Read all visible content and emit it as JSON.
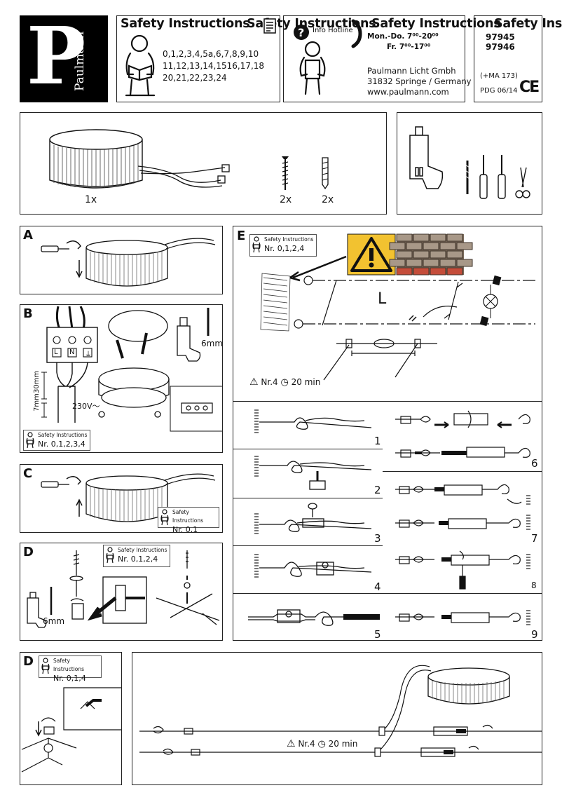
{
  "brand": {
    "logo_letter": "P",
    "logo_word": "Paulmann"
  },
  "header": {
    "titles": [
      "Safety Instructions",
      "Safety Instructions",
      "Safety Instructions",
      "Safety Instructions",
      "Safety Ins"
    ],
    "safety_numbers": [
      "0,1,2,3,4,5a,6,7,8,9,10",
      "11,12,13,14,1516,17,18",
      "20,21,22,23,24"
    ],
    "hotline_label": "Info Hotline",
    "hotline_days": "Mon.-Do. 7⁰⁰-20⁰⁰",
    "hotline_fri": "Fr.  7⁰⁰-17⁰⁰",
    "company": [
      "Paulmann Licht Gmbh",
      "31832 Springe / Germany",
      "www.paulmann.com"
    ],
    "article_numbers": [
      "97945",
      "97946"
    ],
    "ma_note": "(+MA 173)",
    "pdg": "PDG 06/14",
    "ce": "CE"
  },
  "parts": {
    "lamp_qty": "1x",
    "screw_qty": "2x",
    "dowel_qty": "2x"
  },
  "sections": {
    "A": {
      "letter": "A"
    },
    "B": {
      "letter": "B",
      "drill_size": "6mm",
      "dim_30": "30mm",
      "dim_7": "7mm",
      "voltage": "230V～",
      "terminals": [
        "L",
        "N",
        "⏚"
      ],
      "si_label": "Safety Instructions",
      "si_nr": "Nr. 0,1,2,3,4"
    },
    "C": {
      "letter": "C",
      "si_label": "Safety Instructions",
      "si_nr": "Nr. 0,1"
    },
    "D": {
      "letter": "D",
      "drill_size": "6mm",
      "si_label": "Safety Instructions",
      "si_nr": "Nr. 0,1,2,4"
    },
    "E": {
      "letter": "E",
      "si_label": "Safety Instructions",
      "si_nr": "Nr. 0,1,2,4",
      "length_label": "L",
      "note": "Nr.4",
      "time": "20  min"
    },
    "D2": {
      "letter": "D",
      "si_label": "Safety Instructions",
      "si_nr": "Nr. 0,1,4",
      "note": "Nr.4",
      "time": "20  min"
    }
  },
  "steps": [
    "1",
    "2",
    "3",
    "4",
    "5",
    "6",
    "7",
    "8",
    "9"
  ]
}
